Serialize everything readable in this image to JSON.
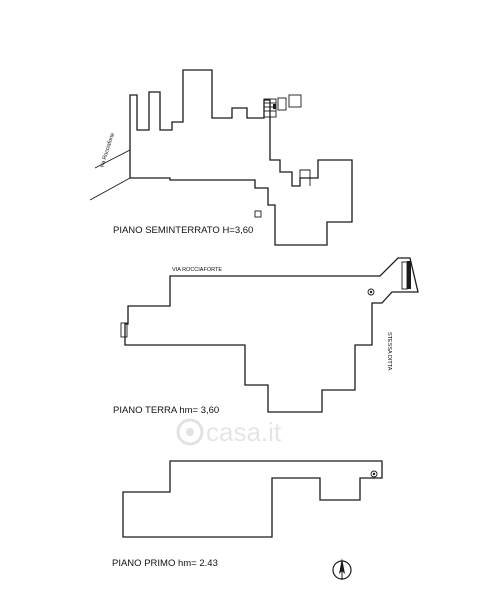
{
  "floors": [
    {
      "label": "PIANO SEMINTERRATO H=3,60"
    },
    {
      "label": "PIANO TERRA hm= 3,60"
    },
    {
      "label": "PIANO PRIMO hm= 2.43"
    }
  ],
  "streets": {
    "rocciaforte_top": "VIA ROCCIAFORTE",
    "rocciaforte_side": "via Rocciaforte",
    "stessa_ditta": "STESSA DITTA"
  },
  "watermark": "casa.it",
  "icons": {
    "north": "north-arrow-icon",
    "stair": "stair-icon",
    "logo": "casa-logo-icon"
  },
  "colors": {
    "line": "#1a1a1a",
    "watermark": "#cfcfcf"
  }
}
